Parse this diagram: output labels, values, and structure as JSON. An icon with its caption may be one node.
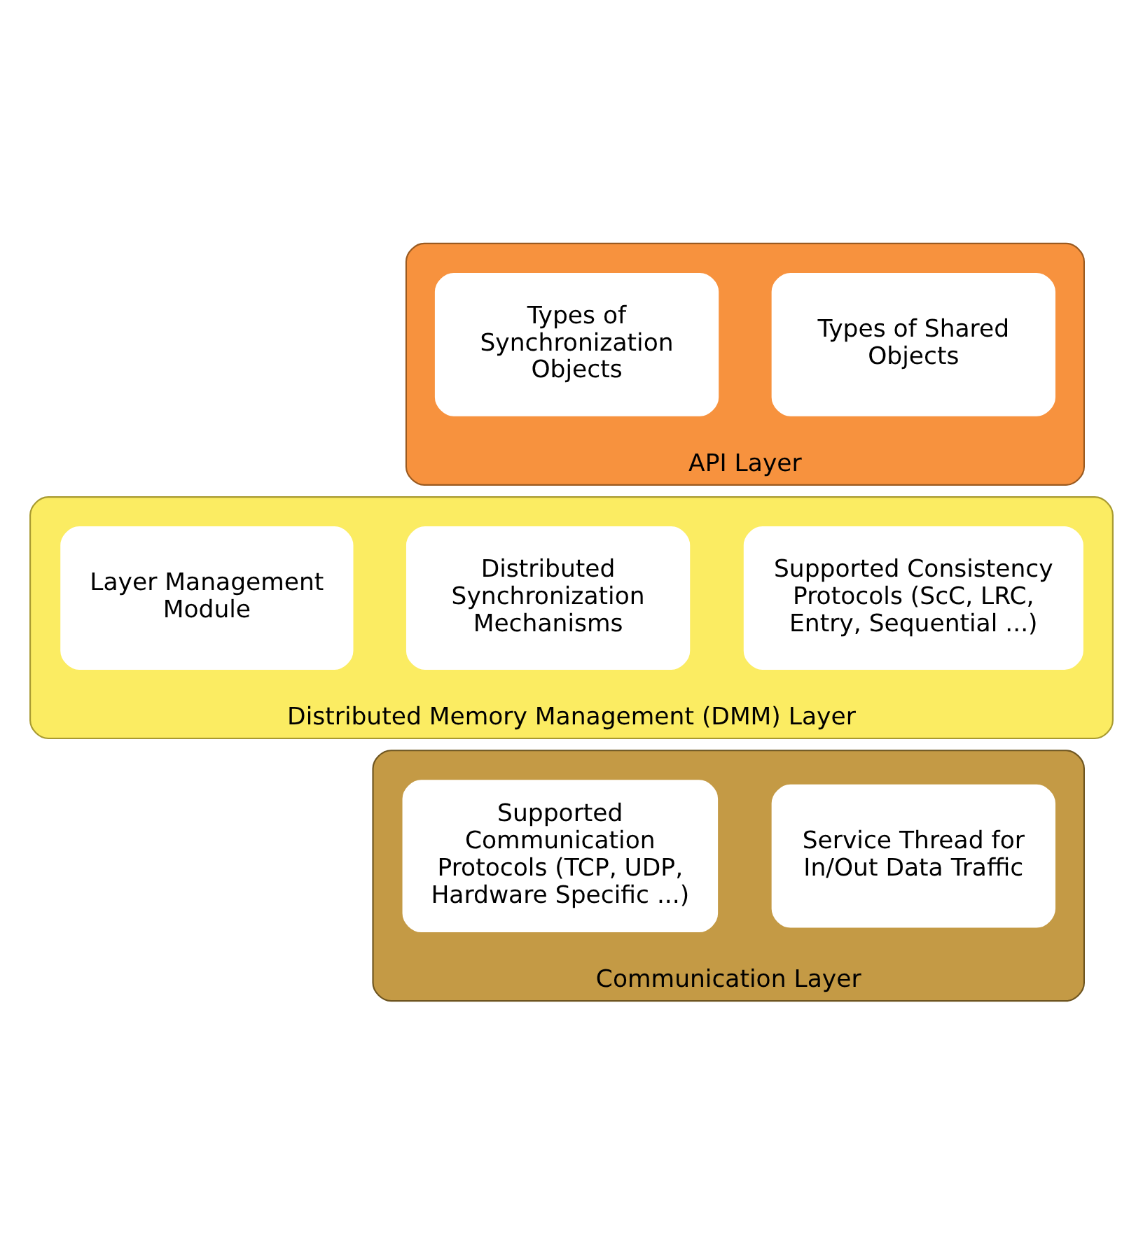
{
  "diagram": {
    "nodes": [
      {
        "text": [
          "API Layer"
        ]
      },
      {
        "text": [
          "Types of Shared Objects"
        ],
        "in": 0
      },
      {
        "text": [
          "Types of Synchronization Objects"
        ],
        "in": 0
      },
      {
        "text": [
          "Distributed Memory Management (DMM) Layer"
        ]
      },
      {
        "text": [
          "Supported Consistency Protocols (ScC, LRC, Entry, Sequential ...)"
        ],
        "in": 3
      },
      {
        "text": [
          "Distributed Synchronization Mechanisms"
        ],
        "in": 3
      },
      {
        "text": [
          "Layer Management Module"
        ],
        "in": 3
      },
      {
        "text": [
          "Communication Layer"
        ]
      },
      {
        "text": [
          "Service Thread for In/Out Data Traffic"
        ],
        "in": 7
      },
      {
        "text": [
          "Supported Communication Protocols (TCP, UDP, Hardware Specific ...)"
        ],
        "in": 7
      }
    ]
  }
}
